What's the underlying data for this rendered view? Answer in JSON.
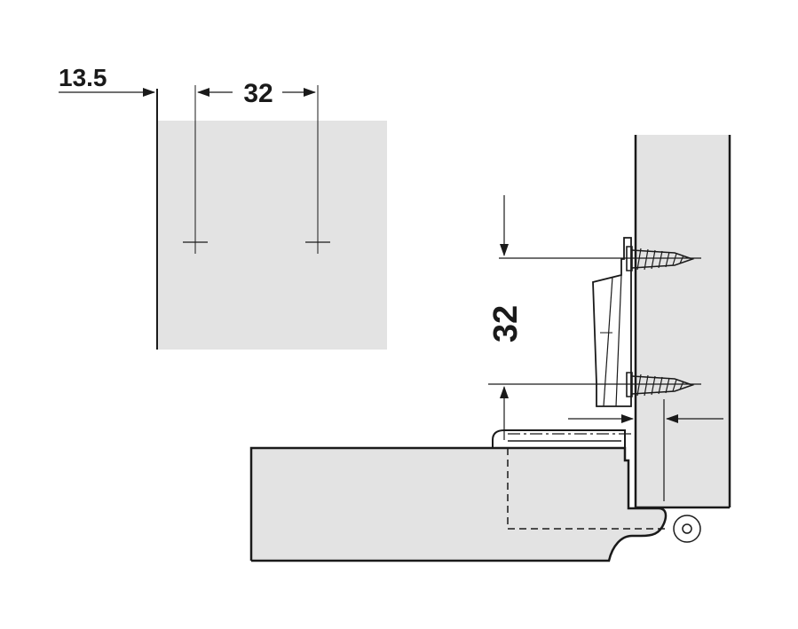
{
  "dimensions": {
    "edge_distance": "13.5",
    "hole_spacing_horizontal": "32",
    "hole_spacing_vertical": "32"
  },
  "colors": {
    "panel_fill": "#e3e3e3",
    "line": "#1a1a1a",
    "background": "#ffffff"
  }
}
